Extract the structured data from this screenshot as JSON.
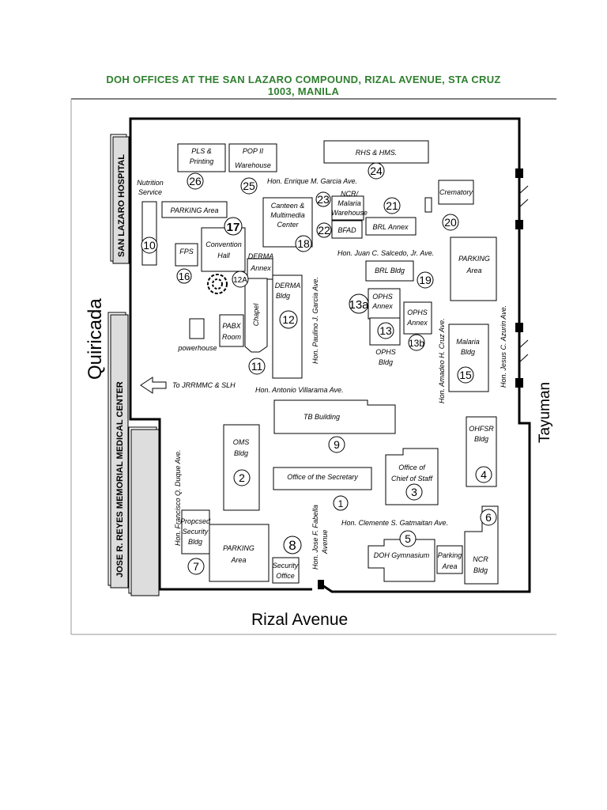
{
  "title_line1": "DOH OFFICES AT THE SAN LAZARO COMPOUND, RIZAL AVENUE, STA CRUZ",
  "title_line2": "1003, MANILA",
  "outside": {
    "san_lazaro": "SAN LAZARO HOSPITAL",
    "jrrmmc": "JOSE R. REYES MEMORIAL MEDICAL CENTER",
    "quiricada": "Quiricada",
    "tayuman": "Tayuman",
    "rizal": "Rizal Avenue",
    "to_jrrmmc": "To JRRMMC & SLH"
  },
  "streets": {
    "garcia_enrique": "Hon. Enrique M. Garcia Ave.",
    "salcedo": "Hon. Juan C. Salcedo, Jr.  Ave.",
    "villarama": "Hon. Antonio Villarama Ave.",
    "gatmaitan": "Hon. Clemente S. Gatmaitan Ave.",
    "paulino": "Hon. Paulino J. Garcia Ave.",
    "amadeo": "Hon. Amadeo H. Cruz Ave.",
    "azurin": "Hon. Jesus C. Azurin Ave.",
    "duque": "Hon. Francisco Q. Duque  Ave.",
    "fabella1": "Hon. Jose F. Fabella",
    "fabella2": "Avenue"
  },
  "labels": {
    "pls1": "PLS &",
    "pls2": "Printing",
    "pop1": "POP II",
    "pop2": "Warehouse",
    "rhs": "RHS & HMS.",
    "nutrition1": "Nutrition",
    "nutrition2": "Service",
    "parking_nw": "PARKING Area",
    "canteen1": "Canteen &",
    "canteen2": "Multimedia",
    "canteen3": "Center",
    "ncr1": "NCR/",
    "ncr2": "Malaria",
    "ncr3": "Warehouse",
    "bfad": "BFAD",
    "brl_annex": "BRL Annex",
    "crematory": "Crematory",
    "convention1": "Convention",
    "convention2": "Hall",
    "fps": "FPS",
    "derma_annex1": "DERMA",
    "derma_annex2": "Annex",
    "derma_bldg1": "DERMA",
    "derma_bldg2": "Bldg",
    "brl_bldg": "BRL Bldg",
    "parking_ne1": "PARKING",
    "parking_ne2": "Area",
    "chapel": "Chapel",
    "pabx1": "PABX",
    "pabx2": "Room",
    "powerhouse": "powerhouse",
    "ophs_annex_a1": "OPHS",
    "ophs_annex_a2": "Annex",
    "ophs_annex_b1": "OPHS",
    "ophs_annex_b2": "Annex",
    "ophs_bldg1": "OPHS",
    "ophs_bldg2": "Bldg",
    "malaria1": "Malaria",
    "malaria2": "Bldg",
    "tb": "TB Building",
    "oms1": "OMS",
    "oms2": "Bldg",
    "ohfsr1": "OHFSR",
    "ohfsr2": "Bldg",
    "secretary": "Office of the Secretary",
    "chief1": "Office of",
    "chief2": "Chief of Staff",
    "proposed1": "Propcsed",
    "proposed2": "Security",
    "proposed3": "Bldg",
    "parking_sw1": "PARKING",
    "parking_sw2": "Area",
    "security1": "Security",
    "security2": "Office",
    "gym": "DOH Gymnasium",
    "parking_se1": "Parking",
    "parking_se2": "Area",
    "ncr_bldg1": "NCR",
    "ncr_bldg2": "Bldg"
  },
  "numbers": {
    "n1": "1",
    "n2": "2",
    "n3": "3",
    "n4": "4",
    "n5": "5",
    "n6": "6",
    "n7": "7",
    "n8": "8",
    "n9": "9",
    "n10": "10",
    "n11": "11",
    "n12": "12",
    "n12a": "12A",
    "n13": "13",
    "n13a": "13a",
    "n13b": "13b",
    "n15": "15",
    "n16": "16",
    "n17": "17",
    "n18": "18",
    "n19": "19",
    "n20": "20",
    "n21": "21",
    "n22": "22",
    "n23": "23",
    "n24": "24",
    "n25": "25",
    "n26": "26"
  }
}
